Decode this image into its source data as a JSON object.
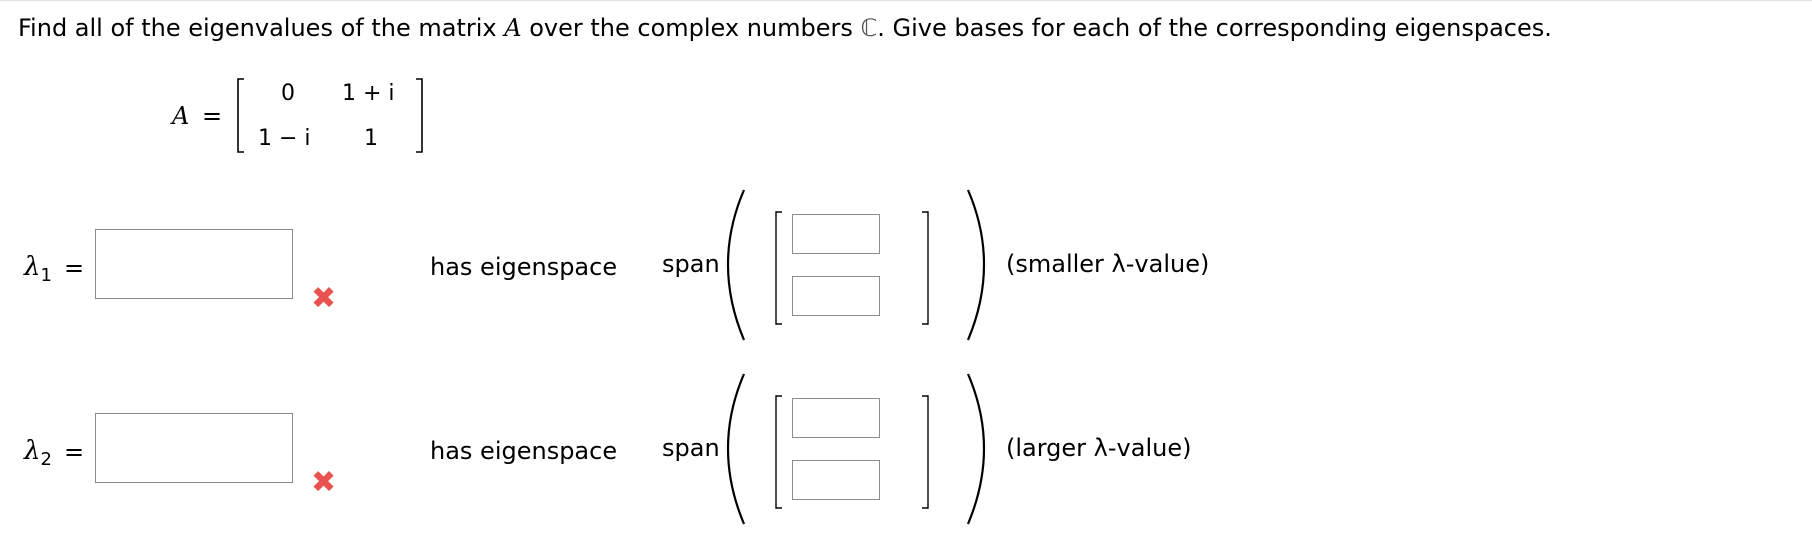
{
  "question": {
    "prefix": "Find all of the eigenvalues of the matrix ",
    "matrix_symbol": "A",
    "middle": " over the complex numbers ",
    "field_symbol": "ℂ",
    "suffix": ". Give bases for each of the corresponding eigenspaces."
  },
  "matrix": {
    "label": "A",
    "equals": "=",
    "entries": [
      [
        "0",
        "1 + i"
      ],
      [
        "1 − i",
        "1"
      ]
    ]
  },
  "rows": [
    {
      "lambda": "λ",
      "subscript": "1",
      "equals": "=",
      "eigenvalue_value": "",
      "status": "incorrect",
      "has_eigenspace": "has eigenspace",
      "span": "span",
      "vector": [
        "",
        ""
      ],
      "note": "(smaller λ-value)"
    },
    {
      "lambda": "λ",
      "subscript": "2",
      "equals": "=",
      "eigenvalue_value": "",
      "status": "incorrect",
      "has_eigenspace": "has eigenspace",
      "span": "span",
      "vector": [
        "",
        ""
      ],
      "note": "(larger λ-value)"
    }
  ],
  "colors": {
    "error": "#e8534f",
    "border": "#8c8c8c"
  },
  "icons": {
    "status": "close-x-icon"
  }
}
